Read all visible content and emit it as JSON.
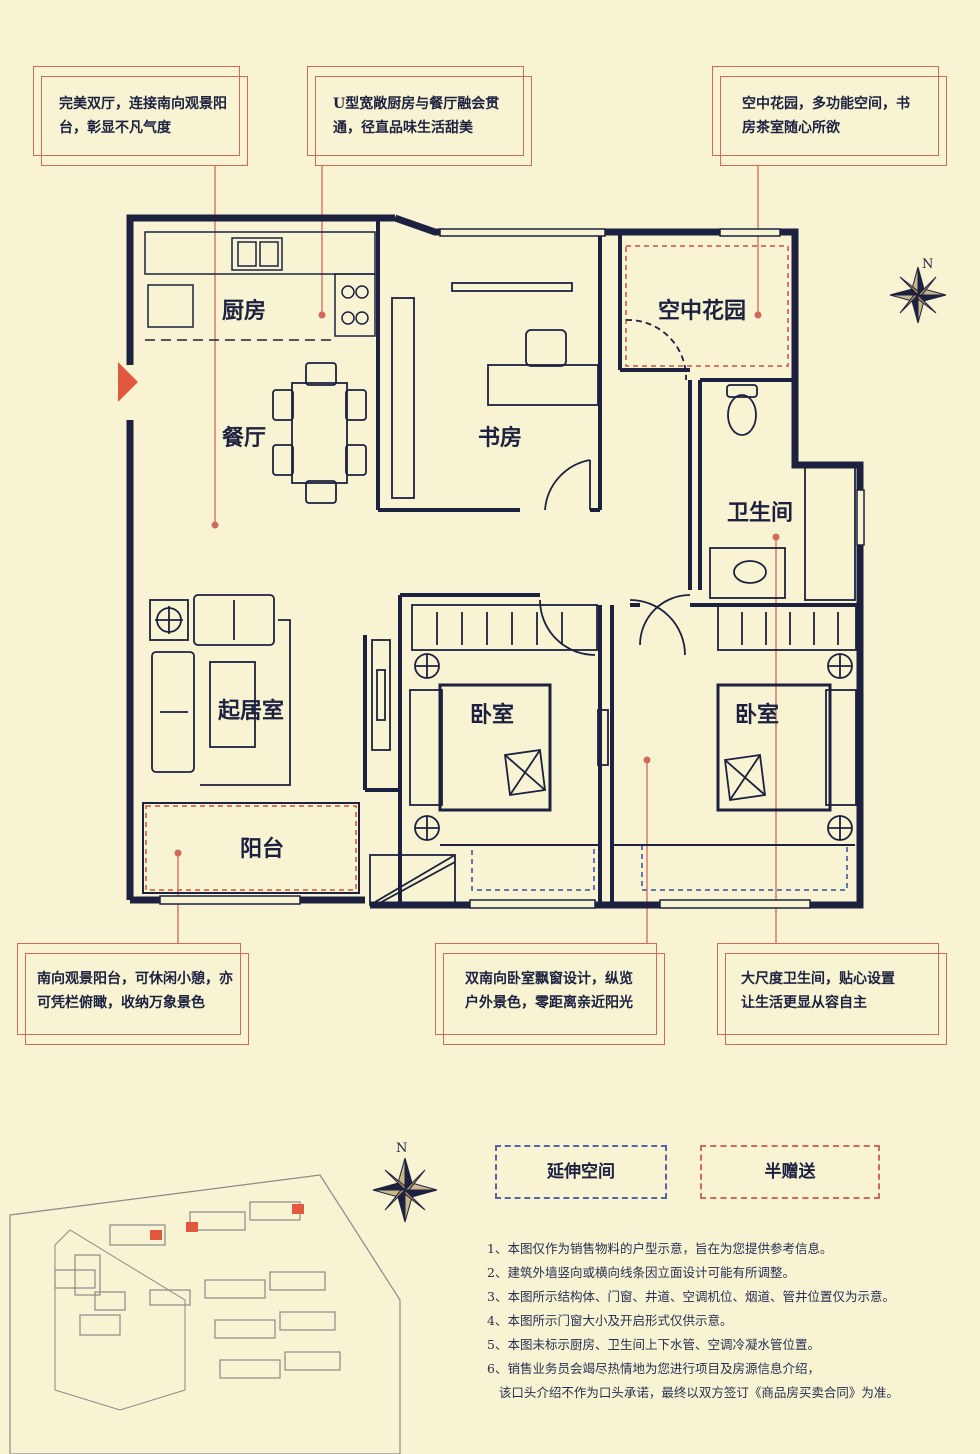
{
  "callouts": {
    "top_left": "完美双厅，连接南向观景阳台，彰显不凡气度",
    "top_left_l1": "完美双厅，连接南向观景阳",
    "top_left_l2": "台，彰显不凡气度",
    "top_mid_l1": "U型宽敞厨房与餐厅融会贯",
    "top_mid_l2": "通，径直品味生活甜美",
    "top_right_l1": "空中花园，多功能空间，书",
    "top_right_l2": "房茶室随心所欲",
    "bottom_left_l1": "南向观景阳台，可休闲小憩，亦",
    "bottom_left_l2": "可凭栏俯瞰，收纳万象景色",
    "bottom_mid_l1": "双南向卧室飘窗设计，纵览",
    "bottom_mid_l2": "户外景色，零距离亲近阳光",
    "bottom_right_l1": "大尺度卫生间，贴心设置",
    "bottom_right_l2": "让生活更显从容自主"
  },
  "rooms": {
    "kitchen": "厨房",
    "dining": "餐厅",
    "study": "书房",
    "sky_garden": "空中花园",
    "bathroom": "卫生间",
    "living": "起居室",
    "bedroom_left": "卧室",
    "bedroom_right": "卧室",
    "balcony": "阳台"
  },
  "compass": {
    "north": "N"
  },
  "legend": {
    "extended_space": "延伸空间",
    "half_gift": "半赠送"
  },
  "notes": [
    "1、本图仅作为销售物料的户型示意，旨在为您提供参考信息。",
    "2、建筑外墙竖向或横向线条因立面设计可能有所调整。",
    "3、本图所示结构体、门窗、井道、空调机位、烟道、管井位置仅为示意。",
    "4、本图所示门窗大小及开启形式仅供示意。",
    "5、本图未标示厨房、卫生间上下水管、空调冷凝水管位置。",
    "6、销售业务员会竭尽热情地为您进行项目及房源信息介绍，",
    "   该口头介绍不作为口头承诺，最终以双方签订《商品房买卖合同》为准。"
  ],
  "colors": {
    "background": "#f7f3d3",
    "wall": "#1c2140",
    "accent_red": "#d26a5a",
    "accent_blue": "#5566a8"
  }
}
